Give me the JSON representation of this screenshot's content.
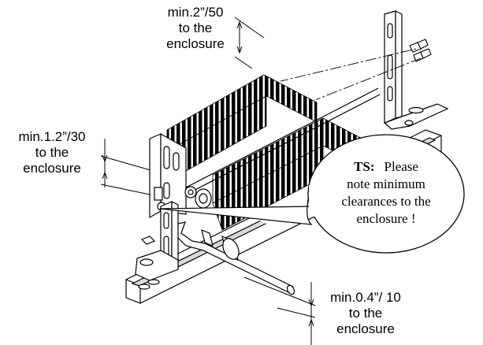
{
  "labels": {
    "top": {
      "line1": "min.2”/50",
      "line2": "to the",
      "line3": "enclosure"
    },
    "left": {
      "line1": "min.1.2”/30",
      "line2": "to the",
      "line3": "enclosure"
    },
    "bottom": {
      "line1": "min.0.4”/ 10",
      "line2": "to the",
      "line3": "enclosure"
    }
  },
  "callout": {
    "prefix": "TS:",
    "line1": "Please",
    "line2": "note minimum",
    "line3": "clearances to the",
    "line4": "enclosure !"
  }
}
